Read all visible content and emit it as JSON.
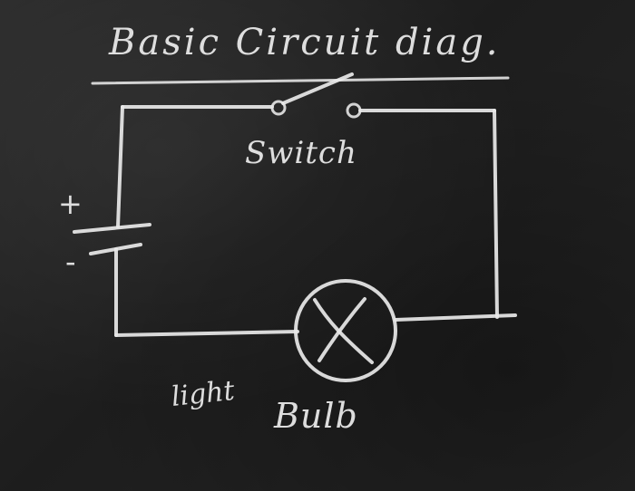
{
  "title": "Basic Circuit diag.",
  "components": {
    "switch": {
      "label": "Switch"
    },
    "battery": {
      "positive": "+",
      "negative": "-"
    },
    "bulb": {
      "label_line1": "light",
      "label_line2": "Bulb"
    }
  },
  "colors": {
    "board": "#222222",
    "chalk": "#e9e9e9"
  }
}
